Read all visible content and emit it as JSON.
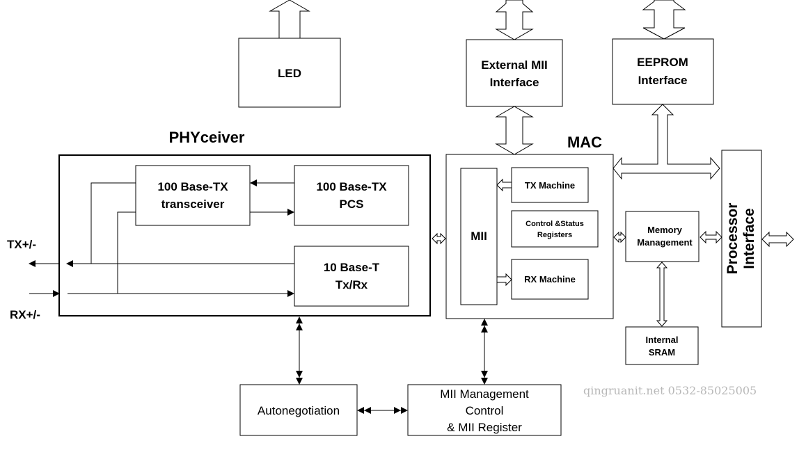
{
  "blocks": {
    "led": "LED",
    "external_mii": [
      "External MII",
      "Interface"
    ],
    "eeprom": [
      "EEPROM",
      "Interface"
    ],
    "phyceiver_title": "PHYceiver",
    "mac_title": "MAC",
    "tx100_transceiver": [
      "100 Base-TX",
      "transceiver"
    ],
    "tx100_pcs": [
      "100 Base-TX",
      "PCS"
    ],
    "base10": [
      "10 Base-T",
      "Tx/Rx"
    ],
    "mii": "MII",
    "tx_machine": "TX Machine",
    "csr": [
      "Control &Status",
      "Registers"
    ],
    "rx_machine": "RX Machine",
    "memory_mgmt": [
      "Memory",
      "Management"
    ],
    "processor_interface": [
      "Processor",
      "Interface"
    ],
    "internal_sram": [
      "Internal",
      "SRAM"
    ],
    "autonegotiation": "Autonegotiation",
    "mii_mgmt": [
      "MII Management",
      "Control",
      "& MII Register"
    ]
  },
  "signals": {
    "tx": "TX+/-",
    "rx": "RX+/-"
  },
  "watermark": "qingruanit.net 0532-85025005"
}
